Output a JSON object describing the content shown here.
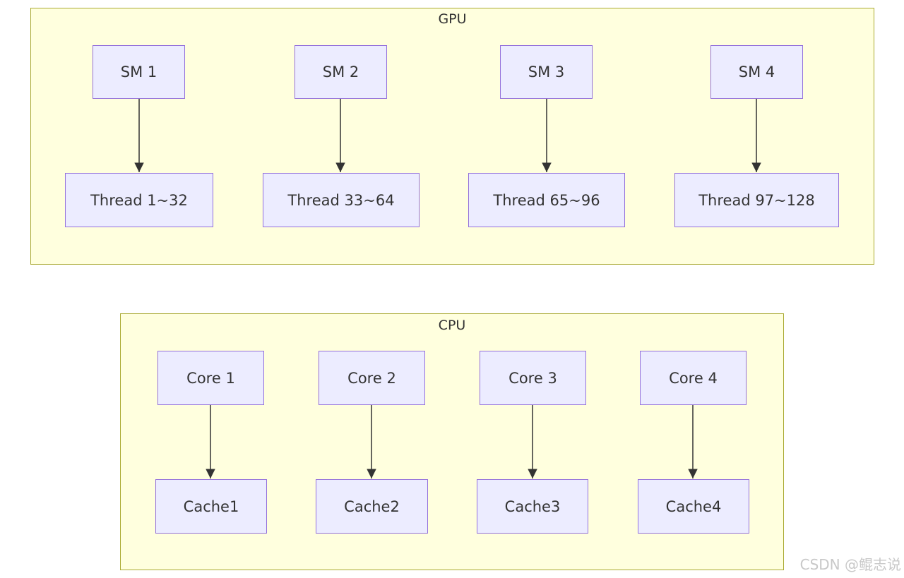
{
  "gpu": {
    "title": "GPU",
    "sms": [
      "SM 1",
      "SM 2",
      "SM 3",
      "SM 4"
    ],
    "threads": [
      "Thread 1~32",
      "Thread 33~64",
      "Thread 65~96",
      "Thread 97~128"
    ]
  },
  "cpu": {
    "title": "CPU",
    "cores": [
      "Core 1",
      "Core 2",
      "Core 3",
      "Core 4"
    ],
    "caches": [
      "Cache1",
      "Cache2",
      "Cache3",
      "Cache4"
    ]
  },
  "edges": [
    {
      "from": "SM 1",
      "to": "Thread 1~32"
    },
    {
      "from": "SM 2",
      "to": "Thread 33~64"
    },
    {
      "from": "SM 3",
      "to": "Thread 65~96"
    },
    {
      "from": "SM 4",
      "to": "Thread 97~128"
    },
    {
      "from": "Core 1",
      "to": "Cache1"
    },
    {
      "from": "Core 2",
      "to": "Cache2"
    },
    {
      "from": "Core 3",
      "to": "Cache3"
    },
    {
      "from": "Core 4",
      "to": "Cache4"
    }
  ],
  "watermark": "CSDN @鲲志说",
  "colors": {
    "cluster_fill": "#ffffde",
    "cluster_border": "#aaaa33",
    "node_fill": "#ececff",
    "node_border": "#9370db",
    "edge": "#333333"
  }
}
